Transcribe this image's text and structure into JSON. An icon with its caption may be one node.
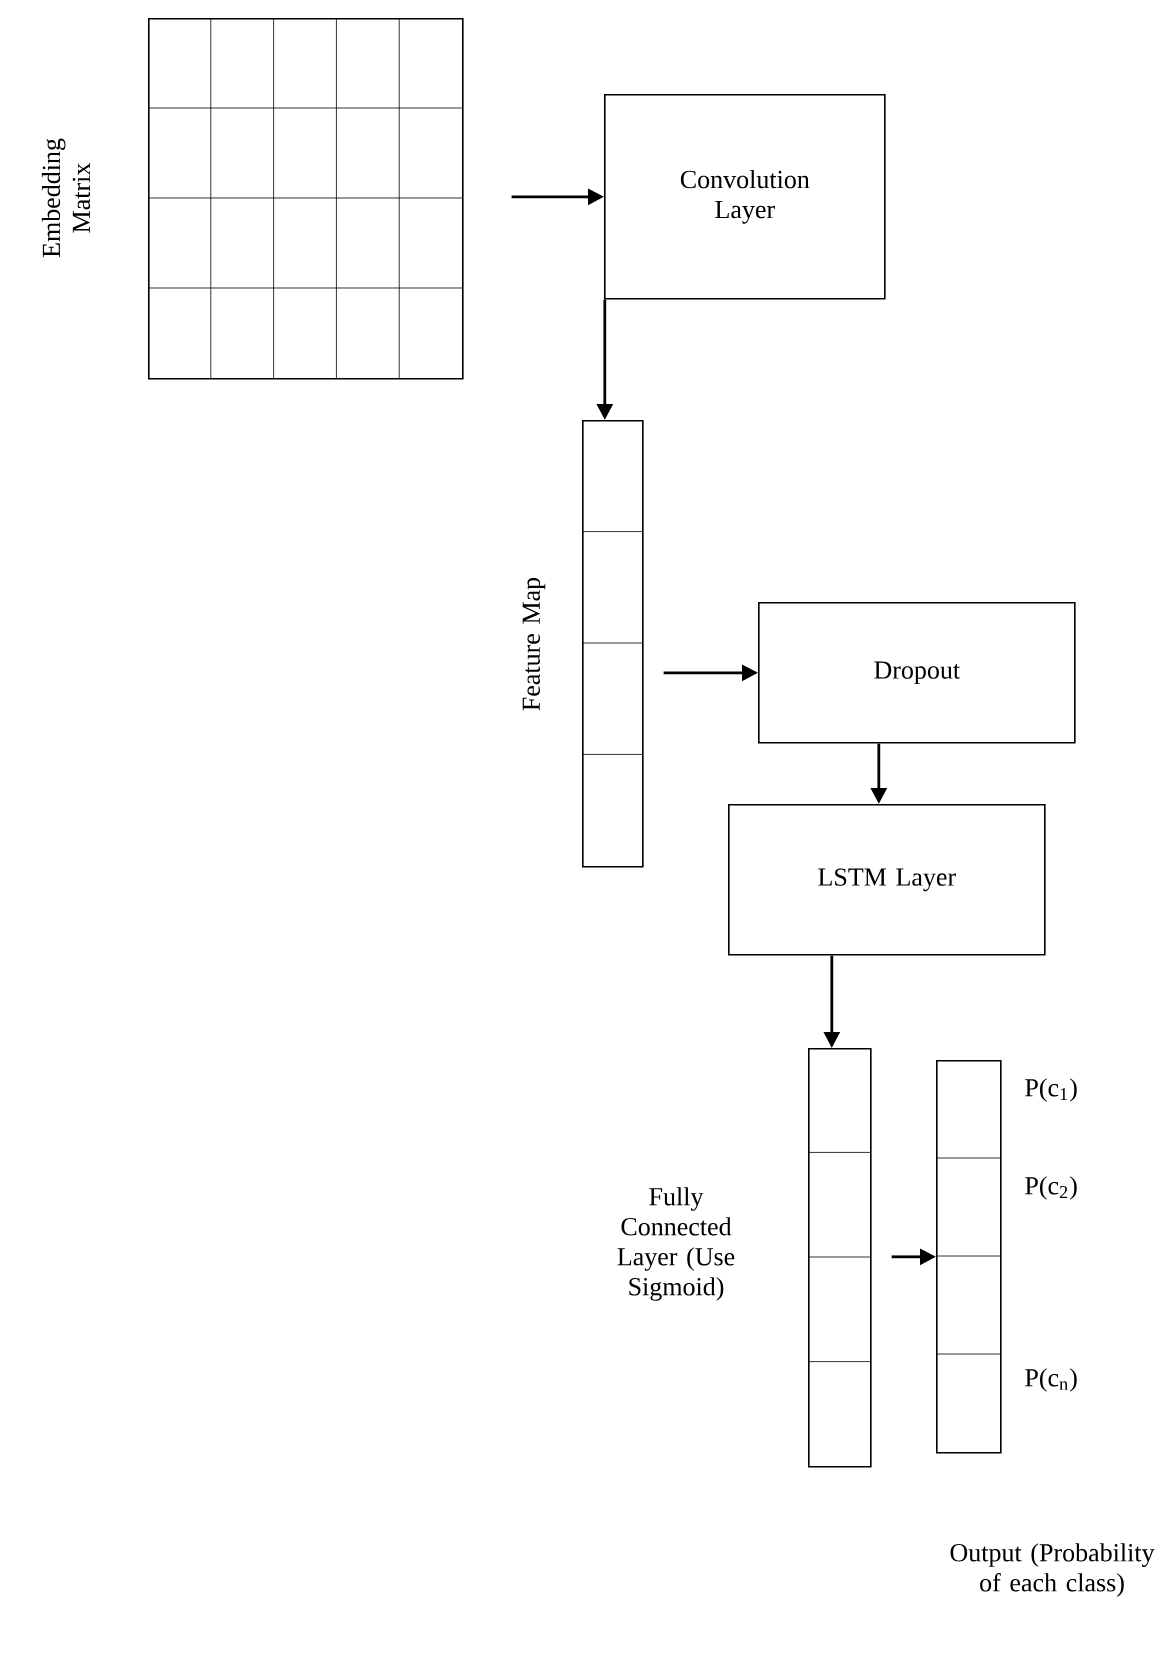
{
  "diagram": {
    "nodes": [
      {
        "text": [
          "Embedding Matrix"
        ]
      },
      {
        "text": [
          "Convolution Layer"
        ]
      },
      {
        "text": [
          "Feature Map"
        ]
      },
      {
        "text": [
          "Dropout"
        ]
      },
      {
        "text": [
          "LSTM Layer"
        ]
      },
      {
        "text": [
          "Fully Connected Layer (Use Sigmoid)"
        ]
      },
      {
        "text": [
          "Output (Probability of each class)"
        ],
        "beside": [
          "P(c$_{1}$)",
          "P(c$_{2}$)",
          "P(c$_{n}$)"
        ]
      }
    ],
    "edges": [
      {
        "from": 0,
        "to": 1,
        "arrow": "to"
      },
      {
        "from": 1,
        "to": 2,
        "arrow": "to"
      },
      {
        "from": 2,
        "to": 3,
        "arrow": "to"
      },
      {
        "from": 3,
        "to": 4,
        "arrow": "to"
      },
      {
        "from": 4,
        "to": 5,
        "arrow": "to"
      },
      {
        "from": 5,
        "to": 6,
        "arrow": "to"
      }
    ]
  }
}
